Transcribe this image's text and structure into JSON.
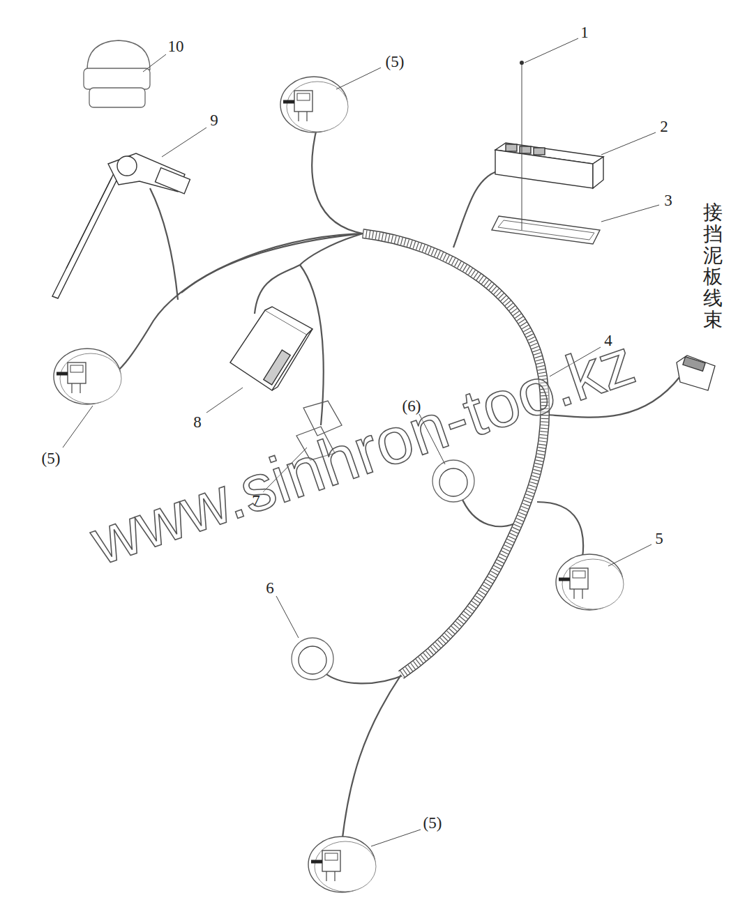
{
  "diagram": {
    "labels": [
      "10",
      "(5)",
      "1",
      "9",
      "2",
      "3",
      "接挡泥板线束",
      "4",
      "8",
      "(5)",
      "(6)",
      "7",
      "5",
      "6",
      "(5)",
      "www.sinhron-too.kz"
    ]
  }
}
